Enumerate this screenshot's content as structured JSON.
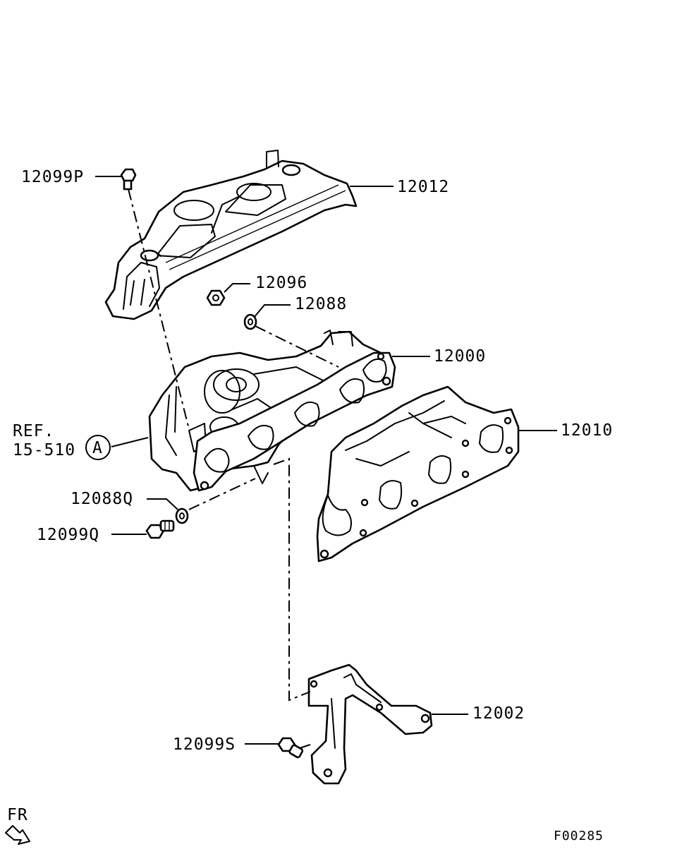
{
  "diagram": {
    "drawing_code": "F00285",
    "front_indicator": "FR",
    "reference": {
      "line1": "REF.",
      "line2": "15-510",
      "circle_letter": "A"
    },
    "callouts": [
      {
        "id": "12012",
        "label": "12012"
      },
      {
        "id": "12099P",
        "label": "12099P"
      },
      {
        "id": "12096",
        "label": "12096"
      },
      {
        "id": "12088",
        "label": "12088"
      },
      {
        "id": "12000",
        "label": "12000"
      },
      {
        "id": "12010",
        "label": "12010"
      },
      {
        "id": "12088Q",
        "label": "12088Q"
      },
      {
        "id": "12099Q",
        "label": "12099Q"
      },
      {
        "id": "12002",
        "label": "12002"
      },
      {
        "id": "12099S",
        "label": "12099S"
      }
    ]
  }
}
